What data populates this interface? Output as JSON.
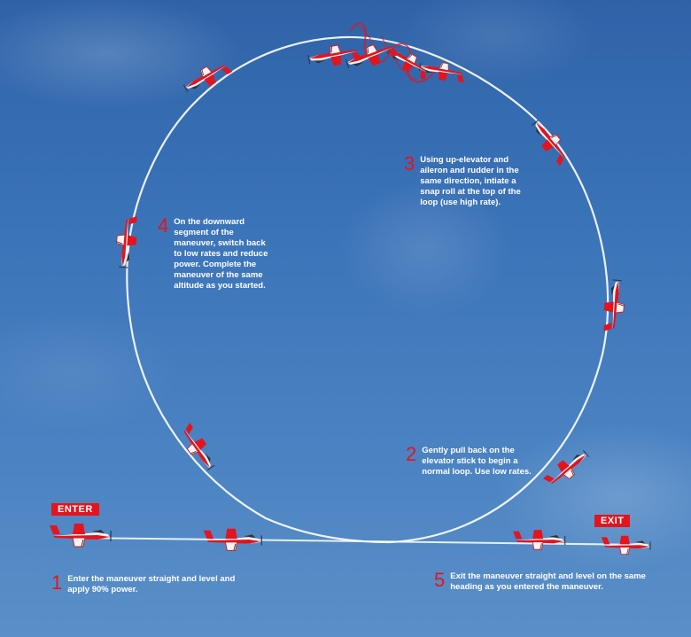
{
  "tags": {
    "enter": "ENTER",
    "exit": "EXIT"
  },
  "steps": [
    {
      "num": "1",
      "text": "Enter the maneuver straight and level and apply 90% power."
    },
    {
      "num": "2",
      "text": "Gently pull back on the elevator stick to begin a normal loop. Use low rates."
    },
    {
      "num": "3",
      "text": "Using up-elevator and aileron and rudder in the same direction, intiate a snap roll at the top of the loop (use high rate)."
    },
    {
      "num": "4",
      "text": "On the downward segment of the maneuver, switch back to low rates and reduce power. Complete the maneuver of the same altitude as you started."
    },
    {
      "num": "5",
      "text": "Exit the maneuver straight and level on the same heading as you entered the maneuver."
    }
  ],
  "colors": {
    "plane_red": "#e3141d",
    "plane_white": "#f4f4f4",
    "smoke": "#ffffff",
    "label_red": "#e3141d"
  }
}
